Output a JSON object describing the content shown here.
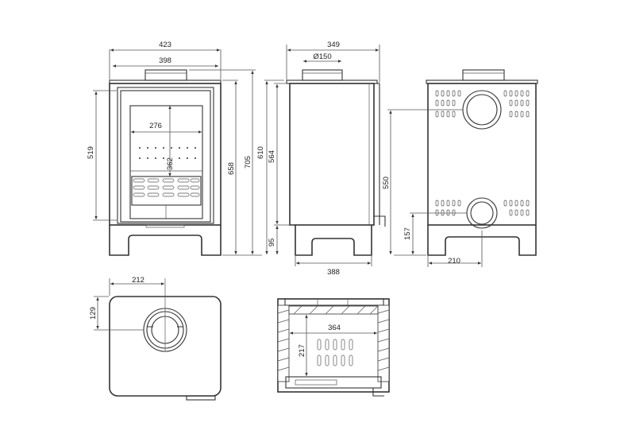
{
  "dimensions": {
    "front_width_outer": "423",
    "front_width_inner": "398",
    "firebox_width": "276",
    "grate_width": "362",
    "door_height": "519",
    "height_658": "658",
    "height_705": "705",
    "side_depth": "349",
    "flue_diameter": "Ø150",
    "height_610": "610",
    "height_564": "564",
    "leg_height": "95",
    "base_depth": "388",
    "rear_flue_height": "550",
    "rear_flue_lower": "157",
    "rear_offset": "210",
    "top_offset_x": "212",
    "top_offset_y": "129",
    "plan_inner_width": "364",
    "plan_inner_depth": "217"
  }
}
